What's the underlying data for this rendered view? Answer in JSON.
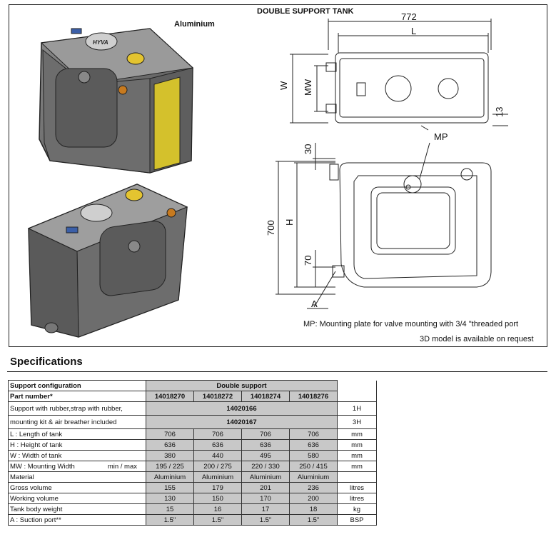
{
  "header": {
    "title": "DOUBLE SUPPORT TANK",
    "material_label": "Aluminium"
  },
  "drawing": {
    "dim_772": "772",
    "dim_L": "L",
    "dim_W": "W",
    "dim_MW": "MW",
    "dim_13": "13",
    "dim_MP": "MP",
    "dim_30": "30",
    "dim_700": "700",
    "dim_H": "H",
    "dim_70": "70",
    "dim_A": "A",
    "brand_text": "HYVA"
  },
  "notes": {
    "mp_note": "MP: Mounting plate for valve mounting with 3/4 \"threaded port",
    "model_note": "3D model is available on request"
  },
  "specs": {
    "heading": "Specifications",
    "support_config_label": "Support configuration",
    "support_config_value": "Double support",
    "part_number_label": "Part number*",
    "part_numbers": [
      "14018270",
      "14018272",
      "14018274",
      "14018276"
    ],
    "kit_label_1": "Support with rubber,strap with rubber,",
    "kit_label_2": "mounting kit & air breather included",
    "kit_1H_value": "14020166",
    "kit_1H_unit": "1H",
    "kit_3H_value": "14020167",
    "kit_3H_unit": "3H",
    "rows": [
      {
        "label": "L : Length of tank",
        "values": [
          "706",
          "706",
          "706",
          "706"
        ],
        "unit": "mm"
      },
      {
        "label": "H : Height of tank",
        "values": [
          "636",
          "636",
          "636",
          "636"
        ],
        "unit": "mm"
      },
      {
        "label": "W : Width of tank",
        "values": [
          "380",
          "440",
          "495",
          "580"
        ],
        "unit": "mm"
      },
      {
        "label": "MW : Mounting Width",
        "extra": "min / max",
        "values": [
          "195 / 225",
          "200 / 275",
          "220 / 330",
          "250 / 415"
        ],
        "unit": "mm"
      },
      {
        "label": "Material",
        "values": [
          "Aluminium",
          "Aluminium",
          "Aluminium",
          "Aluminium"
        ],
        "unit": ""
      },
      {
        "label": "Gross volume",
        "values": [
          "155",
          "179",
          "201",
          "236"
        ],
        "unit": "litres"
      },
      {
        "label": "Working volume",
        "values": [
          "130",
          "150",
          "170",
          "200"
        ],
        "unit": "litres"
      },
      {
        "label": "Tank body weight",
        "values": [
          "15",
          "16",
          "17",
          "18"
        ],
        "unit": "kg"
      },
      {
        "label": "A : Suction port**",
        "values": [
          "1.5\"",
          "1.5\"",
          "1.5\"",
          "1.5\""
        ],
        "unit": "BSP"
      }
    ]
  }
}
